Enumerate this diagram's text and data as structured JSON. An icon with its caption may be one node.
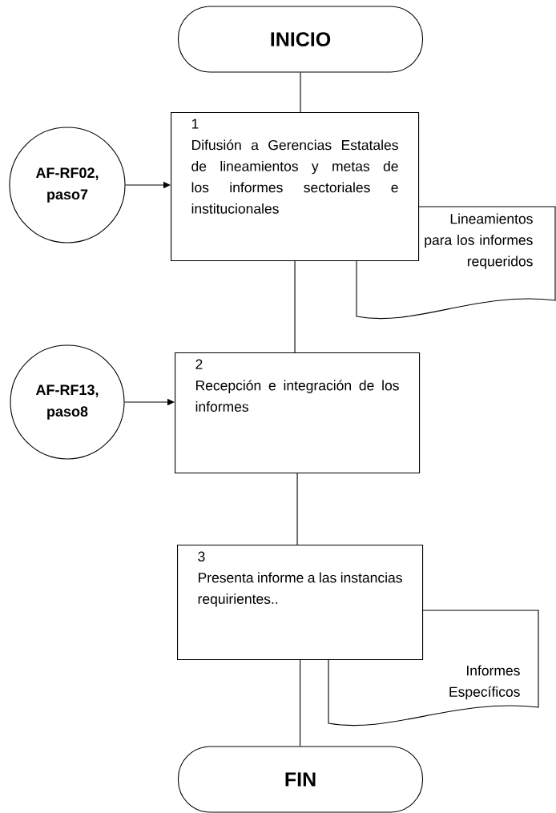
{
  "diagram": {
    "nodes": [
      {
        "text": [
          "INICIO"
        ]
      },
      {
        "text": [
          "AF-RF02, paso7"
        ]
      },
      {
        "text": [
          "1",
          "Difusión a Gerencias Estatales de lineamientos y metas de los informes sectoriales e institucionales"
        ]
      },
      {
        "text": [
          "Lineamientos para los informes requeridos"
        ]
      },
      {
        "text": [
          "AF-RF13, paso8"
        ]
      },
      {
        "text": [
          "2",
          "Recepción e integración de los informes"
        ]
      },
      {
        "text": [
          "3",
          "Presenta informe a las instancias requirientes.."
        ]
      },
      {
        "text": [
          "Informes Específicos"
        ]
      },
      {
        "text": [
          "FIN"
        ]
      }
    ],
    "edges": [
      {
        "from": 0,
        "to": 2,
        "arrow": "none"
      },
      {
        "from": 1,
        "to": 2,
        "arrow": "to"
      },
      {
        "from": 2,
        "to": 5,
        "arrow": "none"
      },
      {
        "from": 4,
        "to": 5,
        "arrow": "to"
      },
      {
        "from": 5,
        "to": 6,
        "arrow": "none"
      },
      {
        "from": 6,
        "to": 8,
        "arrow": "none"
      }
    ]
  }
}
